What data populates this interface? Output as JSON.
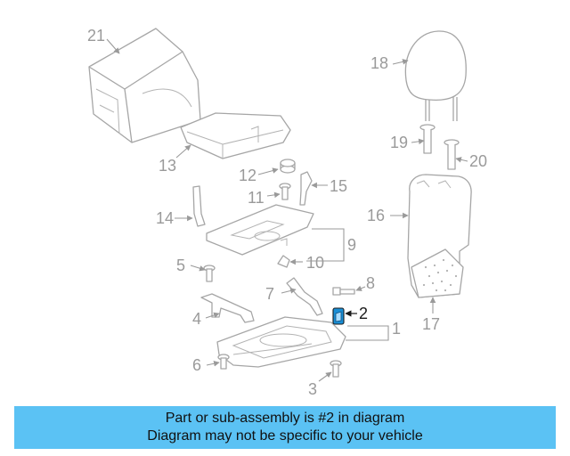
{
  "callouts": {
    "c1": "1",
    "c2": "2",
    "c3": "3",
    "c4": "4",
    "c5": "5",
    "c6": "6",
    "c7": "7",
    "c8": "8",
    "c9": "9",
    "c10": "10",
    "c11": "11",
    "c12": "12",
    "c13": "13",
    "c14": "14",
    "c15": "15",
    "c16": "16",
    "c17": "17",
    "c18": "18",
    "c19": "19",
    "c20": "20",
    "c21": "21"
  },
  "highlight": {
    "part_number": "2",
    "color": "#1a8fd6"
  },
  "banner": {
    "line1": "Part or sub-assembly is #2 in diagram",
    "line2": "Diagram may not be specific to your vehicle",
    "background": "#5bc2f4"
  }
}
